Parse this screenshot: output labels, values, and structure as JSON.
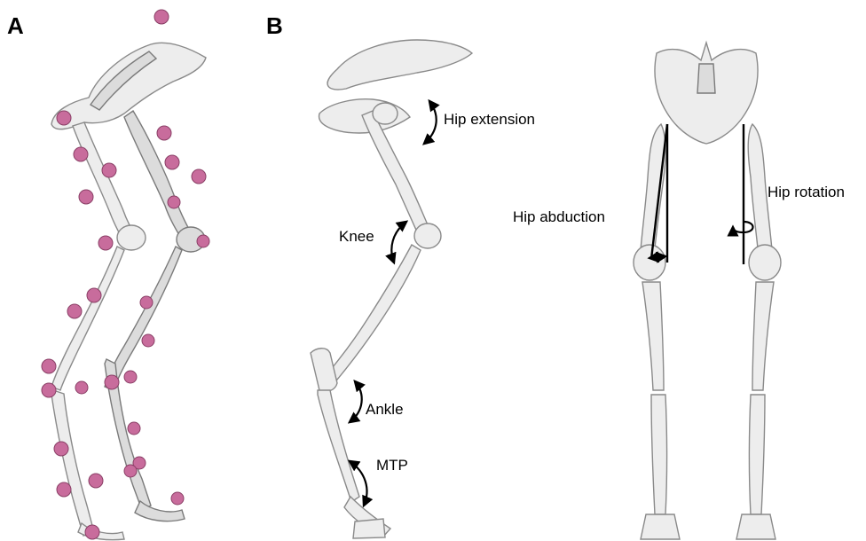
{
  "panels": {
    "a": {
      "letter": "A"
    },
    "b": {
      "letter": "B",
      "labels": {
        "hip_extension": "Hip extension",
        "knee": "Knee",
        "ankle": "Ankle",
        "mtp": "MTP",
        "hip_abduction": "Hip abduction",
        "hip_rotation": "Hip rotation"
      }
    }
  },
  "colors": {
    "marker": "#c86c9c",
    "bone": "#ededed",
    "bone_outline": "#8a8a8a",
    "annotation": "#000000"
  }
}
